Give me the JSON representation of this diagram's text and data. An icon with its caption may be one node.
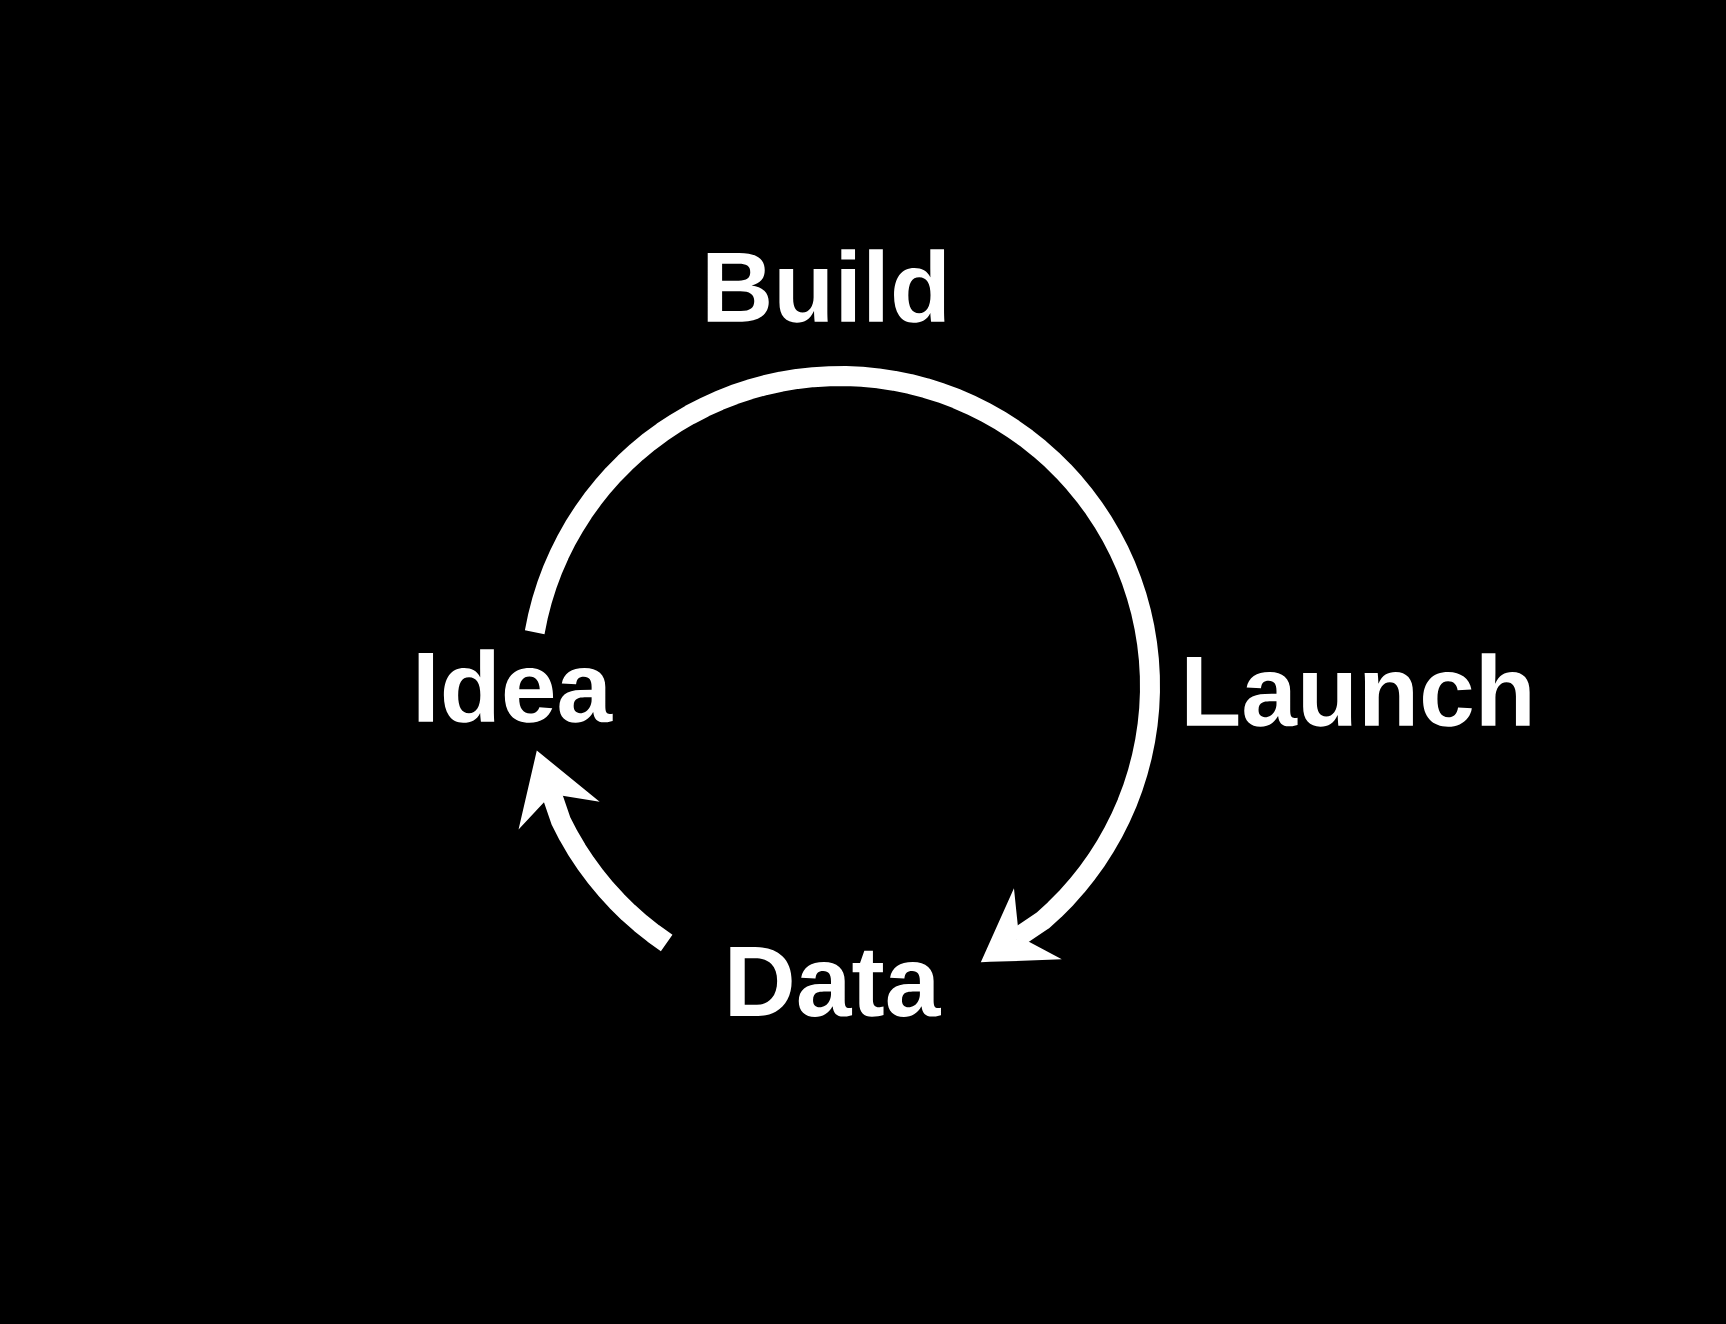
{
  "diagram": {
    "nodes": [
      {
        "text": [
          "Idea"
        ]
      },
      {
        "text": [
          "Data"
        ]
      }
    ],
    "edges": [
      {
        "from": 0,
        "to": 1,
        "arrow": "to"
      },
      {
        "from": 1,
        "to": 0,
        "arrow": "to"
      }
    ],
    "labels": [
      "Build",
      "Launch"
    ]
  }
}
